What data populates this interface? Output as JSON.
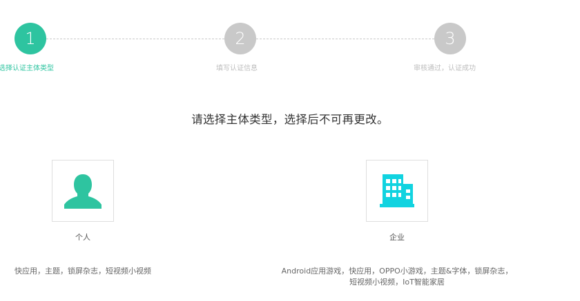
{
  "steps": [
    {
      "number": "1",
      "label": "选择认证主体类型",
      "state": "active"
    },
    {
      "number": "2",
      "label": "填写认证信息",
      "state": "inactive"
    },
    {
      "number": "3",
      "label": "审核通过，认证成功",
      "state": "inactive"
    }
  ],
  "headline": "请选择主体类型，选择后不可再更改。",
  "types": [
    {
      "name": "个人",
      "icon": "person-icon",
      "description": [
        "快应用，主题，锁屏杂志，短视频小视频"
      ]
    },
    {
      "name": "企业",
      "icon": "building-icon",
      "description": [
        "Android应用游戏，快应用，OPPO小游戏，主题&字体，锁屏杂志，",
        "短视频小视频，IoT智能家居"
      ]
    }
  ],
  "colors": {
    "active": "#2ec4a0",
    "inactive": "#c9c9c9",
    "person_icon": "#2ec4a0",
    "building_icon": "#11d3e0"
  }
}
